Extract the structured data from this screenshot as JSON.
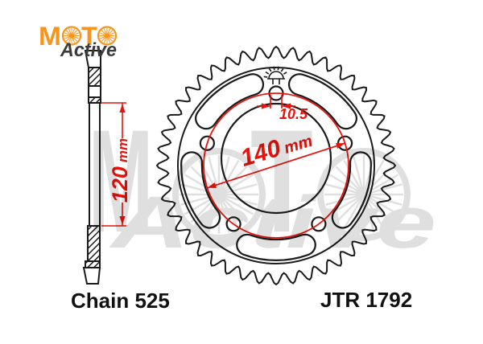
{
  "logo": {
    "letters": [
      "M",
      "O",
      "T",
      "O"
    ],
    "tagline": "Active"
  },
  "watermark": {
    "letters": [
      "M",
      "O",
      "T",
      "O"
    ],
    "tagline": "Active"
  },
  "side_view": {
    "width_dim": {
      "value": "120",
      "unit": "mm"
    }
  },
  "front_view": {
    "bolt_circle_dim": {
      "value": "140",
      "unit": "mm"
    },
    "bolt_hole_dim": "10.5"
  },
  "labels": {
    "chain": "Chain 525",
    "part_number": "JTR 1792"
  },
  "colors": {
    "accent_red": "#E8130D",
    "brand_orange": "#F7941E",
    "ink": "#1B1B1B",
    "logo_dark": "#3B3B3D",
    "watermark_gray": "#DFDFDF"
  }
}
